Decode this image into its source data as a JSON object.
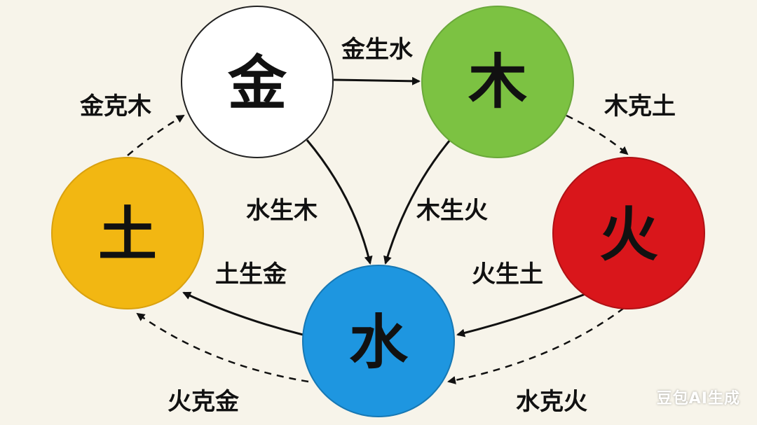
{
  "nodes": {
    "metal": {
      "label": "金",
      "color": "#ffffff"
    },
    "wood": {
      "label": "木",
      "color": "#7cc242"
    },
    "fire": {
      "label": "火",
      "color": "#d9161b"
    },
    "water": {
      "label": "水",
      "color": "#1e96e0"
    },
    "earth": {
      "label": "土",
      "color": "#f2b712"
    }
  },
  "relations": {
    "metal_water": "金生水",
    "metal_wood": "金克木",
    "wood_earth": "木克土",
    "water_wood": "水生木",
    "wood_fire": "木生火",
    "earth_metal": "土生金",
    "fire_earth": "火生土",
    "fire_metal": "火克金",
    "water_fire": "水克火"
  },
  "watermark": "豆包AI生成"
}
